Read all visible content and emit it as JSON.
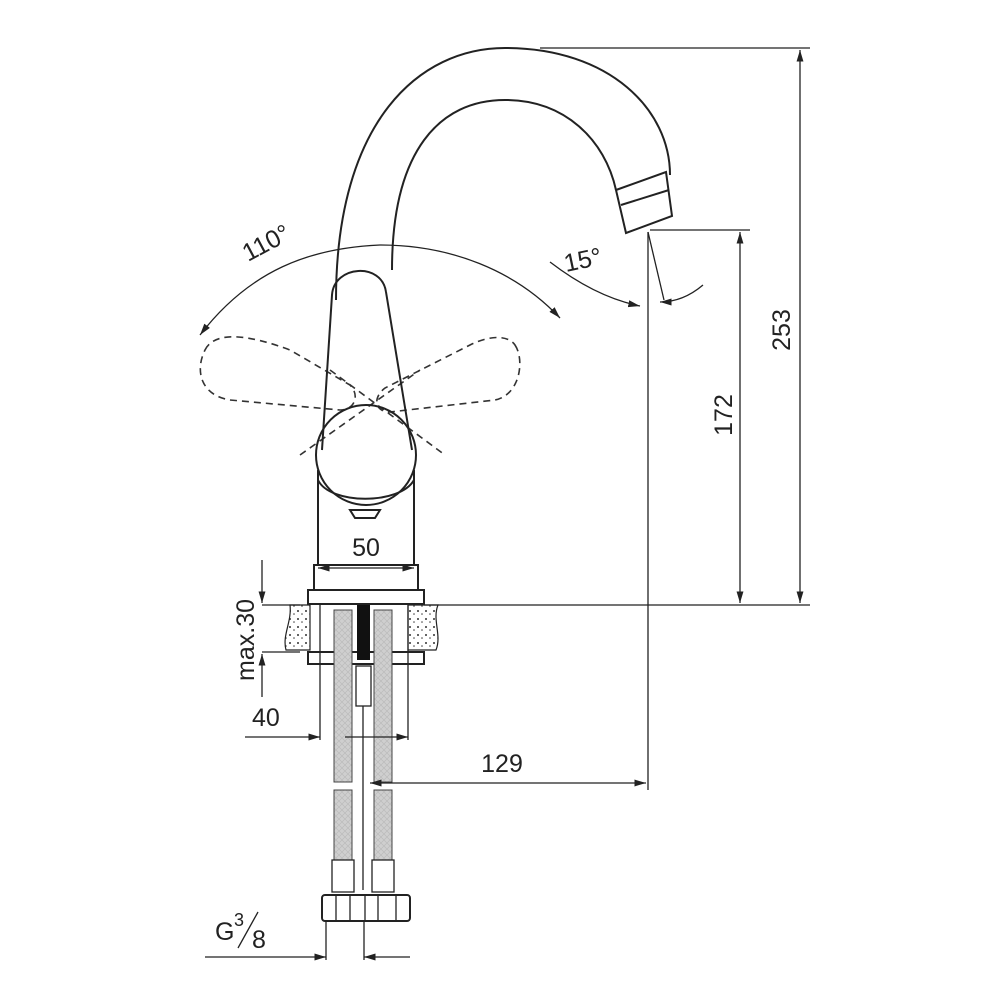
{
  "drawing": {
    "subject": "faucet",
    "dimensions": {
      "lever_angle": "110°",
      "spout_angle": "15°",
      "total_height": "253",
      "spout_height": "172",
      "base_width": "50",
      "max_countertop": "max.30",
      "shank_width": "40",
      "reach": "129",
      "connection_main": "G",
      "connection_num": "3",
      "connection_den": "8"
    },
    "colors": {
      "line": "#222222",
      "hose": "#c8c8c8",
      "background": "#ffffff"
    }
  }
}
